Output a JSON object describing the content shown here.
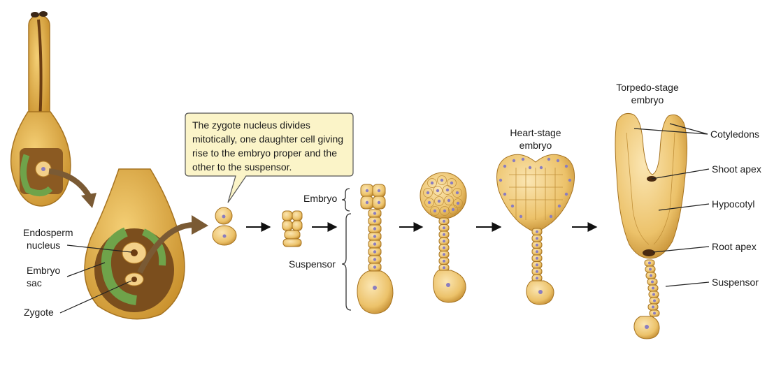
{
  "labels": {
    "endosperm_nucleus": [
      "Endosperm",
      "nucleus"
    ],
    "embryo_sac": [
      "Embryo",
      "sac"
    ],
    "zygote": "Zygote",
    "embryo": "Embryo",
    "suspensor_left": "Suspensor",
    "heart_stage": [
      "Heart-stage",
      "embryo"
    ],
    "torpedo_stage": [
      "Torpedo-stage",
      "embryo"
    ],
    "cotyledons": "Cotyledons",
    "shoot_apex": "Shoot apex",
    "hypocotyl": "Hypocotyl",
    "root_apex": "Root apex",
    "suspensor_right": "Suspensor"
  },
  "callout": {
    "text": "The zygote nucleus divides mitotically, one daughter cell giving rise to the embryo proper and the other to the suspensor."
  },
  "colors": {
    "tissue": "#e8b450",
    "tissue_dark": "#b8812a",
    "cell_fill": "#f3d089",
    "nucleus": "#8a7dbf",
    "embryo_sac": "#6fa34a",
    "arrow_brown": "#7a5a34",
    "callout_fill": "#fbf4c8"
  }
}
